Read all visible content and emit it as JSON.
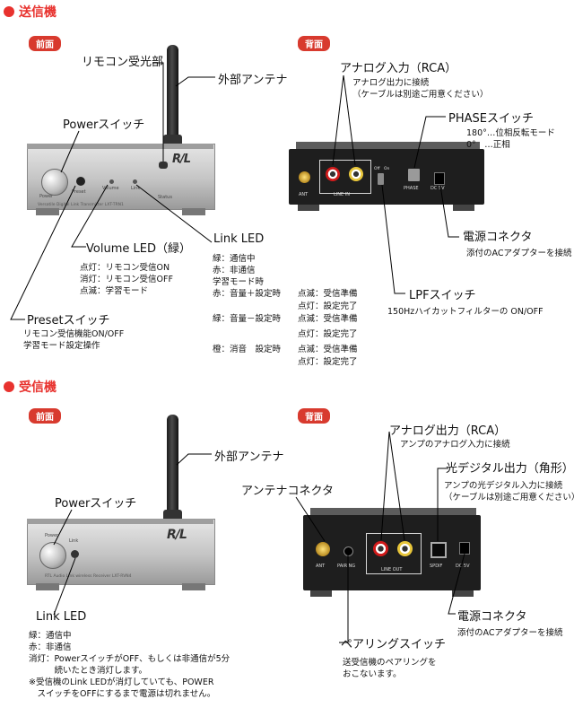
{
  "colors": {
    "accent": "#e8322e",
    "pill_bg": "#d83a2e"
  },
  "transmitter": {
    "section_title": "送信機",
    "front_label": "前面",
    "back_label": "背面",
    "device_front_texts": {
      "power": "Power",
      "preset": "Preset",
      "volume": "Volume",
      "link": "Link",
      "status": "Status",
      "model_line": "Versatile Digital Link Transmitter  LXT-TRN1"
    },
    "device_back_texts": {
      "ant": "ANT",
      "line_in": "LINE IN",
      "phase": "PHASE",
      "dc5v": "DC 5V",
      "lpf_left": "Off",
      "lpf_right": "On"
    },
    "front": {
      "remote_receiver": "リモコン受光部",
      "antenna": "外部アンテナ",
      "power_switch": "Powerスイッチ",
      "volume_led": "Volume LED（緑）",
      "volume_led_desc": [
        "点灯：リモコン受信ON",
        "消灯：リモコン受信OFF",
        "点滅：学習モード"
      ],
      "link_led": "Link LED",
      "link_led_desc": [
        "緑：通信中",
        "赤：非通信",
        "学習モード時"
      ],
      "preset_switch": "Presetスイッチ",
      "preset_desc": [
        "リモコン受信機能ON/OFF",
        "学習モード設定操作"
      ],
      "learn_rows": [
        {
          "left": "赤：音量＋設定時",
          "right": "点滅：受信準備"
        },
        {
          "left": "",
          "right": "点灯：設定完了"
        },
        {
          "left": "緑：音量－設定時",
          "right": "点滅：受信準備"
        },
        {
          "left": "",
          "right": "点灯：設定完了"
        },
        {
          "left": "橙：消音　設定時",
          "right": "点滅：受信準備"
        },
        {
          "left": "",
          "right": "点灯：設定完了"
        }
      ]
    },
    "back": {
      "analog_input": "アナログ入力（RCA）",
      "analog_input_desc": [
        "アナログ出力に接続",
        "（ケーブルは別途ご用意ください）"
      ],
      "phase_switch": "PHASEスイッチ",
      "phase_desc": [
        "180°…位相反転モード",
        "0°　…正相"
      ],
      "power_connector": "電源コネクタ",
      "power_connector_desc": "添付のACアダプターを接続",
      "lpf_switch": "LPFスイッチ",
      "lpf_desc": "150Hzハイカットフィルターの ON/OFF"
    }
  },
  "receiver": {
    "section_title": "受信機",
    "front_label": "前面",
    "back_label": "背面",
    "device_front_texts": {
      "power": "Power",
      "link": "Link",
      "model_line": "RTL Audio Link wireless Receiver  LXT-RVN4"
    },
    "device_back_texts": {
      "ant": "ANT",
      "pairing": "PAIRING",
      "line_out": "LINE OUT",
      "spdif": "SPDIF",
      "dc5v": "DC 5V"
    },
    "front": {
      "antenna": "外部アンテナ",
      "power_switch": "Powerスイッチ",
      "link_led": "Link LED",
      "link_led_desc": [
        "緑：通信中",
        "赤：非通信"
      ],
      "off_desc": [
        "消灯：PowerスイッチがOFF、もしくは非通信が5分",
        "　　　続いたとき消灯します。"
      ],
      "note": [
        "※受信機のLink LEDが消灯していても、POWER",
        "　スイッチをOFFにするまで電源は切れません。"
      ]
    },
    "back": {
      "analog_output": "アナログ出力（RCA）",
      "analog_output_desc": "アンプのアナログ入力に接続",
      "antenna_connector": "アンテナコネクタ",
      "optical_output": "光デジタル出力（角形）",
      "optical_output_desc": [
        "アンプの光デジタル入力に接続",
        "（ケーブルは別途ご用意ください）"
      ],
      "power_connector": "電源コネクタ",
      "power_connector_desc": "添付のACアダプターを接続",
      "pairing_switch": "ペアリングスイッチ",
      "pairing_desc": [
        "送受信機のペアリングを",
        "おこないます。"
      ]
    }
  }
}
